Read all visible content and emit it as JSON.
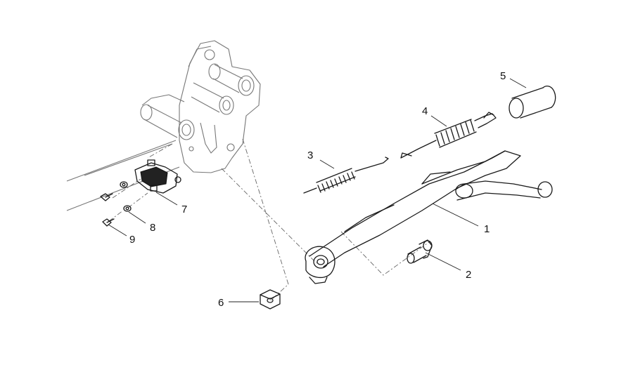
{
  "diagram": {
    "callouts": [
      {
        "id": "1",
        "text": "1"
      },
      {
        "id": "2",
        "text": "2"
      },
      {
        "id": "3",
        "text": "3"
      },
      {
        "id": "4",
        "text": "4"
      },
      {
        "id": "5",
        "text": "5"
      },
      {
        "id": "6",
        "text": "6"
      },
      {
        "id": "7",
        "text": "7"
      },
      {
        "id": "8",
        "text": "8"
      },
      {
        "id": "9",
        "text": "9"
      }
    ]
  },
  "colors": {
    "background": "#ffffff",
    "line": "#1a1a1a",
    "frame": "#777777"
  }
}
